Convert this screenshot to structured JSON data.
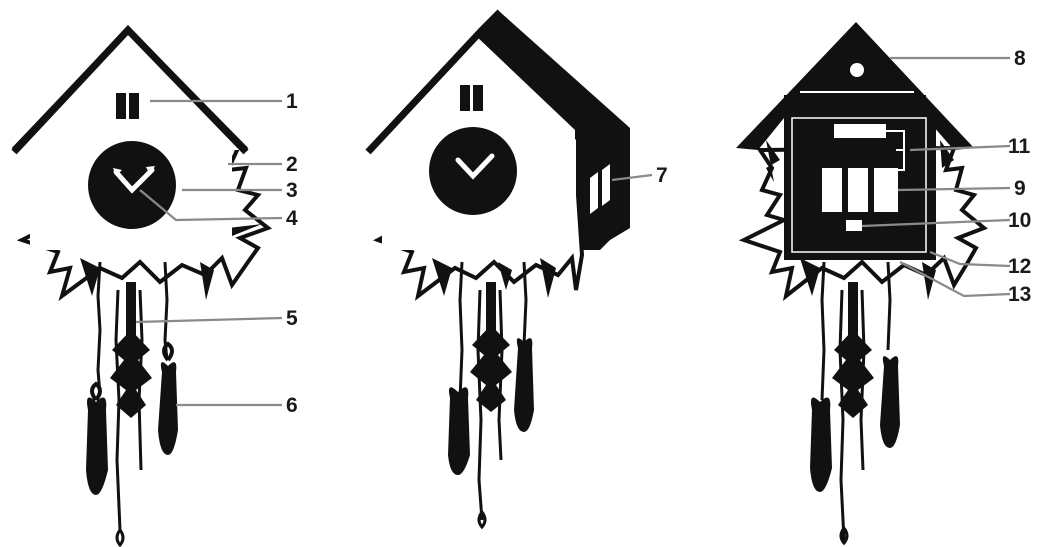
{
  "diagram": {
    "views": [
      "front",
      "side",
      "back"
    ],
    "callouts": [
      "1",
      "2",
      "3",
      "4",
      "5",
      "6",
      "7",
      "8",
      "9",
      "10",
      "11",
      "12",
      "13"
    ]
  },
  "colors": {
    "ink": "#111111",
    "paper": "#ffffff",
    "leader": "#8a8a8a",
    "label": "#1a1a1a"
  }
}
